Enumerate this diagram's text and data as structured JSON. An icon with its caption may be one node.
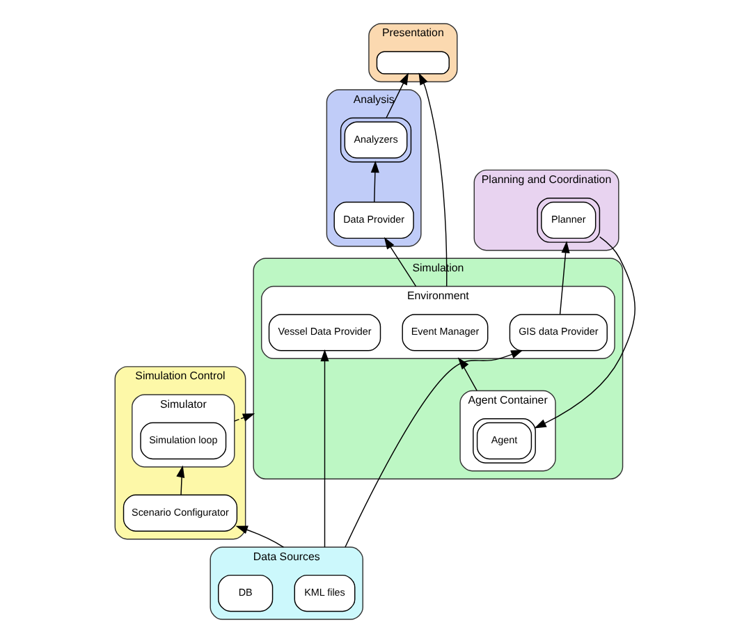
{
  "diagram": {
    "nodes": [
      {
        "text": [
          "Analysis"
        ]
      },
      {
        "text": [
          "Data Provider"
        ],
        "in": 0
      },
      {
        "text": [
          "Analyzers"
        ],
        "in": 0
      },
      {
        "text": [
          "Presentation"
        ]
      },
      {
        "text": [],
        "shape": "box",
        "in": 3
      },
      {
        "text": [
          "Simulation"
        ]
      },
      {
        "text": [
          "Environment"
        ],
        "in": 5
      },
      {
        "text": [
          "Event Manager"
        ],
        "in": 6
      },
      {
        "text": [
          "Vessel Data Provider"
        ],
        "in": 6
      },
      {
        "text": [
          "GIS data Provider"
        ],
        "in": 6
      },
      {
        "text": [
          "Agent Container"
        ],
        "in": 5
      },
      {
        "text": [
          "Agent"
        ],
        "in": 10
      },
      {
        "text": [
          "Planning and Coordination"
        ]
      },
      {
        "text": [
          "Planner"
        ],
        "in": 12
      },
      {
        "text": [
          "Data Sources"
        ]
      },
      {
        "text": [
          "KML files"
        ],
        "in": 14
      },
      {
        "text": [
          "DB"
        ],
        "in": 14
      },
      {
        "text": [
          "Simulation Control"
        ]
      },
      {
        "text": [
          "Scenario Configurator"
        ],
        "in": 17
      },
      {
        "text": [
          "Simulator"
        ],
        "in": 17
      },
      {
        "text": [
          "Simulation loop"
        ],
        "in": 19
      }
    ],
    "edges": [
      {
        "from": 1,
        "to": 2,
        "arrow": "to"
      },
      {
        "from": 2,
        "to": 4,
        "arrow": "to"
      },
      {
        "from": 6,
        "to": 1,
        "arrow": "to"
      },
      {
        "from": 6,
        "to": 4,
        "arrow": "to"
      },
      {
        "from": 10,
        "to": 6,
        "arrow": "to"
      },
      {
        "from": 13,
        "to": 11,
        "arrow": "to"
      },
      {
        "from": 9,
        "to": 13,
        "arrow": "to"
      },
      {
        "from": 14,
        "to": 8,
        "arrow": "to"
      },
      {
        "from": 14,
        "to": 9,
        "arrow": "to"
      },
      {
        "from": 14,
        "to": 18,
        "arrow": "to"
      },
      {
        "from": 18,
        "to": 19,
        "arrow": "to"
      },
      {
        "from": 19,
        "to": 5,
        "arrow": "to",
        "style": "dashed"
      }
    ]
  }
}
